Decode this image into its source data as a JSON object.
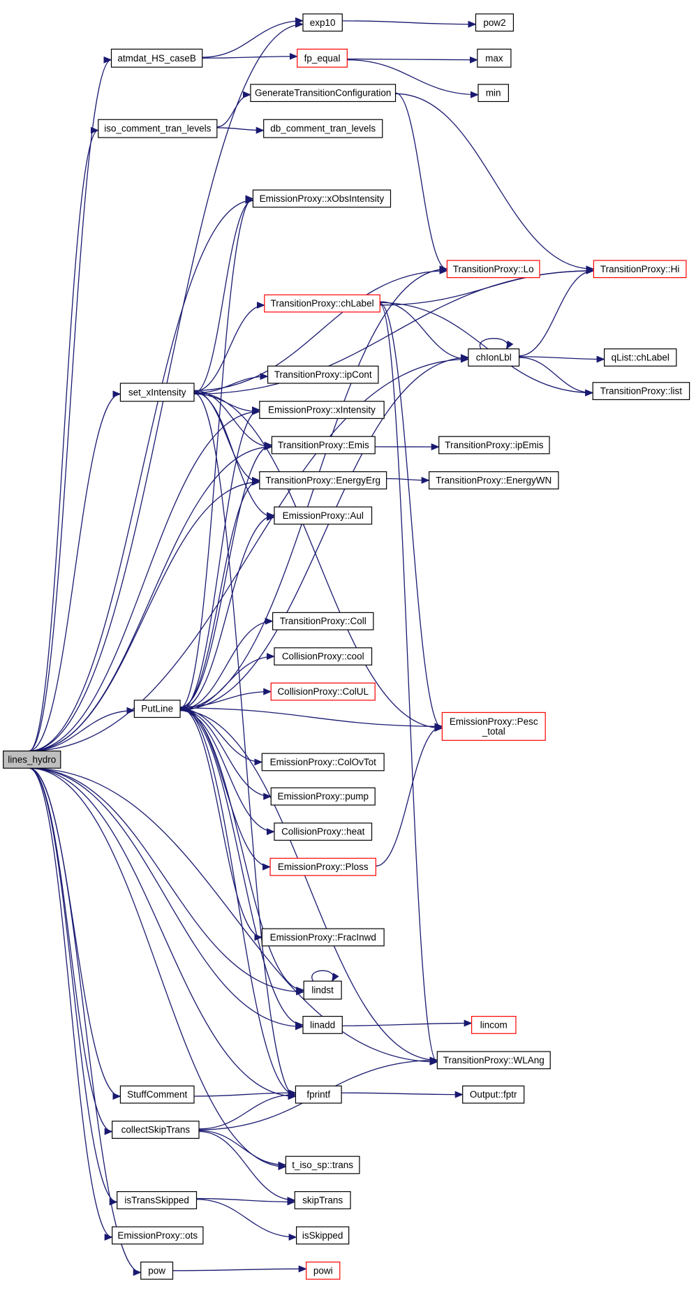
{
  "diagram": {
    "root": "lines_hydro",
    "colors": {
      "edge": "#191970",
      "node_border": "#000000",
      "truncated_node_border": "#ff0000",
      "root_fill": "#bfbfbf",
      "node_fill": "#ffffff"
    },
    "nodes": [
      {
        "id": "lines_hydro",
        "label": "lines_hydro",
        "style": "root"
      },
      {
        "id": "exp10",
        "label": "exp10",
        "style": "normal"
      },
      {
        "id": "pow2",
        "label": "pow2",
        "style": "normal"
      },
      {
        "id": "atmdat_HS_caseB",
        "label": "atmdat_HS_caseB",
        "style": "normal"
      },
      {
        "id": "fp_equal",
        "label": "fp_equal",
        "style": "truncated"
      },
      {
        "id": "max",
        "label": "max",
        "style": "normal"
      },
      {
        "id": "min",
        "label": "min",
        "style": "normal"
      },
      {
        "id": "GenerateTransitionConfiguration",
        "label": "GenerateTransitionConfiguration",
        "style": "normal"
      },
      {
        "id": "iso_comment_tran_levels",
        "label": "iso_comment_tran_levels",
        "style": "normal"
      },
      {
        "id": "db_comment_tran_levels",
        "label": "db_comment_tran_levels",
        "style": "normal"
      },
      {
        "id": "EmissionProxy_xObsIntensity",
        "label": "EmissionProxy::xObsIntensity",
        "style": "normal"
      },
      {
        "id": "TransitionProxy_Lo",
        "label": "TransitionProxy::Lo",
        "style": "truncated"
      },
      {
        "id": "TransitionProxy_Hi",
        "label": "TransitionProxy::Hi",
        "style": "truncated"
      },
      {
        "id": "TransitionProxy_chLabel",
        "label": "TransitionProxy::chLabel",
        "style": "truncated"
      },
      {
        "id": "chIonLbl",
        "label": "chIonLbl",
        "style": "normal"
      },
      {
        "id": "qList_chLabel",
        "label": "qList::chLabel",
        "style": "normal"
      },
      {
        "id": "set_xIntensity",
        "label": "set_xIntensity",
        "style": "normal"
      },
      {
        "id": "TransitionProxy_ipCont",
        "label": "TransitionProxy::ipCont",
        "style": "normal"
      },
      {
        "id": "TransitionProxy_list",
        "label": "TransitionProxy::list",
        "style": "normal"
      },
      {
        "id": "EmissionProxy_xIntensity",
        "label": "EmissionProxy::xIntensity",
        "style": "normal"
      },
      {
        "id": "TransitionProxy_Emis",
        "label": "TransitionProxy::Emis",
        "style": "normal"
      },
      {
        "id": "TransitionProxy_ipEmis",
        "label": "TransitionProxy::ipEmis",
        "style": "normal"
      },
      {
        "id": "TransitionProxy_EnergyErg",
        "label": "TransitionProxy::EnergyErg",
        "style": "normal"
      },
      {
        "id": "TransitionProxy_EnergyWN",
        "label": "TransitionProxy::EnergyWN",
        "style": "normal"
      },
      {
        "id": "EmissionProxy_Aul",
        "label": "EmissionProxy::Aul",
        "style": "normal"
      },
      {
        "id": "TransitionProxy_Coll",
        "label": "TransitionProxy::Coll",
        "style": "normal"
      },
      {
        "id": "CollisionProxy_cool",
        "label": "CollisionProxy::cool",
        "style": "normal"
      },
      {
        "id": "CollisionProxy_ColUL",
        "label": "CollisionProxy::ColUL",
        "style": "truncated"
      },
      {
        "id": "PutLine",
        "label": "PutLine",
        "style": "normal"
      },
      {
        "id": "EmissionProxy_Pesc_total",
        "label": "EmissionProxy::Pesc\n_total",
        "style": "truncated"
      },
      {
        "id": "EmissionProxy_ColOvTot",
        "label": "EmissionProxy::ColOvTot",
        "style": "normal"
      },
      {
        "id": "EmissionProxy_pump",
        "label": "EmissionProxy::pump",
        "style": "normal"
      },
      {
        "id": "CollisionProxy_heat",
        "label": "CollisionProxy::heat",
        "style": "normal"
      },
      {
        "id": "EmissionProxy_Ploss",
        "label": "EmissionProxy::Ploss",
        "style": "truncated"
      },
      {
        "id": "EmissionProxy_FracInwd",
        "label": "EmissionProxy::FracInwd",
        "style": "normal"
      },
      {
        "id": "lindst",
        "label": "lindst",
        "style": "normal"
      },
      {
        "id": "linadd",
        "label": "linadd",
        "style": "normal"
      },
      {
        "id": "lincom",
        "label": "lincom",
        "style": "truncated"
      },
      {
        "id": "TransitionProxy_WLAng",
        "label": "TransitionProxy::WLAng",
        "style": "normal"
      },
      {
        "id": "StuffComment",
        "label": "StuffComment",
        "style": "normal"
      },
      {
        "id": "fprintf",
        "label": "fprintf",
        "style": "normal"
      },
      {
        "id": "Output_fptr",
        "label": "Output::fptr",
        "style": "normal"
      },
      {
        "id": "collectSkipTrans",
        "label": "collectSkipTrans",
        "style": "normal"
      },
      {
        "id": "t_iso_sp_trans",
        "label": "t_iso_sp::trans",
        "style": "normal"
      },
      {
        "id": "isTransSkipped",
        "label": "isTransSkipped",
        "style": "normal"
      },
      {
        "id": "skipTrans",
        "label": "skipTrans",
        "style": "normal"
      },
      {
        "id": "isSkipped",
        "label": "isSkipped",
        "style": "normal"
      },
      {
        "id": "EmissionProxy_ots",
        "label": "EmissionProxy::ots",
        "style": "normal"
      },
      {
        "id": "pow",
        "label": "pow",
        "style": "normal"
      },
      {
        "id": "powi",
        "label": "powi",
        "style": "truncated"
      }
    ],
    "edges": [
      [
        "lines_hydro",
        "exp10"
      ],
      [
        "lines_hydro",
        "atmdat_HS_caseB"
      ],
      [
        "lines_hydro",
        "iso_comment_tran_levels"
      ],
      [
        "lines_hydro",
        "EmissionProxy_xObsIntensity"
      ],
      [
        "lines_hydro",
        "chIonLbl"
      ],
      [
        "lines_hydro",
        "set_xIntensity"
      ],
      [
        "lines_hydro",
        "EmissionProxy_xIntensity"
      ],
      [
        "lines_hydro",
        "TransitionProxy_Emis"
      ],
      [
        "lines_hydro",
        "TransitionProxy_EnergyErg"
      ],
      [
        "lines_hydro",
        "PutLine"
      ],
      [
        "lines_hydro",
        "lindst"
      ],
      [
        "lines_hydro",
        "linadd"
      ],
      [
        "lines_hydro",
        "TransitionProxy_WLAng"
      ],
      [
        "lines_hydro",
        "fprintf"
      ],
      [
        "lines_hydro",
        "StuffComment"
      ],
      [
        "lines_hydro",
        "collectSkipTrans"
      ],
      [
        "lines_hydro",
        "t_iso_sp_trans"
      ],
      [
        "lines_hydro",
        "isTransSkipped"
      ],
      [
        "lines_hydro",
        "EmissionProxy_ots"
      ],
      [
        "lines_hydro",
        "pow"
      ],
      [
        "exp10",
        "pow2"
      ],
      [
        "atmdat_HS_caseB",
        "exp10"
      ],
      [
        "atmdat_HS_caseB",
        "fp_equal"
      ],
      [
        "fp_equal",
        "max"
      ],
      [
        "fp_equal",
        "min"
      ],
      [
        "iso_comment_tran_levels",
        "GenerateTransitionConfiguration"
      ],
      [
        "iso_comment_tran_levels",
        "db_comment_tran_levels"
      ],
      [
        "GenerateTransitionConfiguration",
        "TransitionProxy_Lo"
      ],
      [
        "GenerateTransitionConfiguration",
        "TransitionProxy_Hi"
      ],
      [
        "TransitionProxy_chLabel",
        "TransitionProxy_Hi"
      ],
      [
        "TransitionProxy_chLabel",
        "chIonLbl"
      ],
      [
        "TransitionProxy_chLabel",
        "TransitionProxy_list"
      ],
      [
        "TransitionProxy_chLabel",
        "EmissionProxy_Pesc_total"
      ],
      [
        "TransitionProxy_chLabel",
        "TransitionProxy_WLAng"
      ],
      [
        "chIonLbl",
        "chIonLbl"
      ],
      [
        "chIonLbl",
        "TransitionProxy_Hi"
      ],
      [
        "chIonLbl",
        "qList_chLabel"
      ],
      [
        "chIonLbl",
        "TransitionProxy_list"
      ],
      [
        "set_xIntensity",
        "EmissionProxy_xObsIntensity"
      ],
      [
        "set_xIntensity",
        "TransitionProxy_Hi"
      ],
      [
        "set_xIntensity",
        "TransitionProxy_Lo"
      ],
      [
        "set_xIntensity",
        "TransitionProxy_chLabel"
      ],
      [
        "set_xIntensity",
        "EmissionProxy_Pesc_total"
      ],
      [
        "set_xIntensity",
        "TransitionProxy_ipCont"
      ],
      [
        "set_xIntensity",
        "EmissionProxy_xIntensity"
      ],
      [
        "set_xIntensity",
        "TransitionProxy_Emis"
      ],
      [
        "set_xIntensity",
        "TransitionProxy_EnergyErg"
      ],
      [
        "set_xIntensity",
        "EmissionProxy_Aul"
      ],
      [
        "set_xIntensity",
        "fprintf"
      ],
      [
        "TransitionProxy_Emis",
        "TransitionProxy_ipEmis"
      ],
      [
        "TransitionProxy_EnergyErg",
        "TransitionProxy_EnergyWN"
      ],
      [
        "PutLine",
        "EmissionProxy_xObsIntensity"
      ],
      [
        "PutLine",
        "TransitionProxy_Lo"
      ],
      [
        "PutLine",
        "chIonLbl"
      ],
      [
        "PutLine",
        "EmissionProxy_xIntensity"
      ],
      [
        "PutLine",
        "TransitionProxy_Emis"
      ],
      [
        "PutLine",
        "TransitionProxy_EnergyErg"
      ],
      [
        "PutLine",
        "EmissionProxy_Aul"
      ],
      [
        "PutLine",
        "TransitionProxy_Coll"
      ],
      [
        "PutLine",
        "CollisionProxy_cool"
      ],
      [
        "PutLine",
        "CollisionProxy_ColUL"
      ],
      [
        "PutLine",
        "EmissionProxy_Pesc_total"
      ],
      [
        "PutLine",
        "EmissionProxy_ColOvTot"
      ],
      [
        "PutLine",
        "EmissionProxy_pump"
      ],
      [
        "PutLine",
        "CollisionProxy_heat"
      ],
      [
        "PutLine",
        "EmissionProxy_Ploss"
      ],
      [
        "PutLine",
        "EmissionProxy_FracInwd"
      ],
      [
        "PutLine",
        "lindst"
      ],
      [
        "PutLine",
        "linadd"
      ],
      [
        "PutLine",
        "TransitionProxy_WLAng"
      ],
      [
        "PutLine",
        "fprintf"
      ],
      [
        "EmissionProxy_Ploss",
        "EmissionProxy_Pesc_total"
      ],
      [
        "lindst",
        "lindst"
      ],
      [
        "linadd",
        "lincom"
      ],
      [
        "StuffComment",
        "fprintf"
      ],
      [
        "fprintf",
        "Output_fptr"
      ],
      [
        "collectSkipTrans",
        "fprintf"
      ],
      [
        "collectSkipTrans",
        "TransitionProxy_WLAng"
      ],
      [
        "collectSkipTrans",
        "t_iso_sp_trans"
      ],
      [
        "collectSkipTrans",
        "skipTrans"
      ],
      [
        "isTransSkipped",
        "skipTrans"
      ],
      [
        "isTransSkipped",
        "isSkipped"
      ],
      [
        "pow",
        "powi"
      ]
    ]
  }
}
